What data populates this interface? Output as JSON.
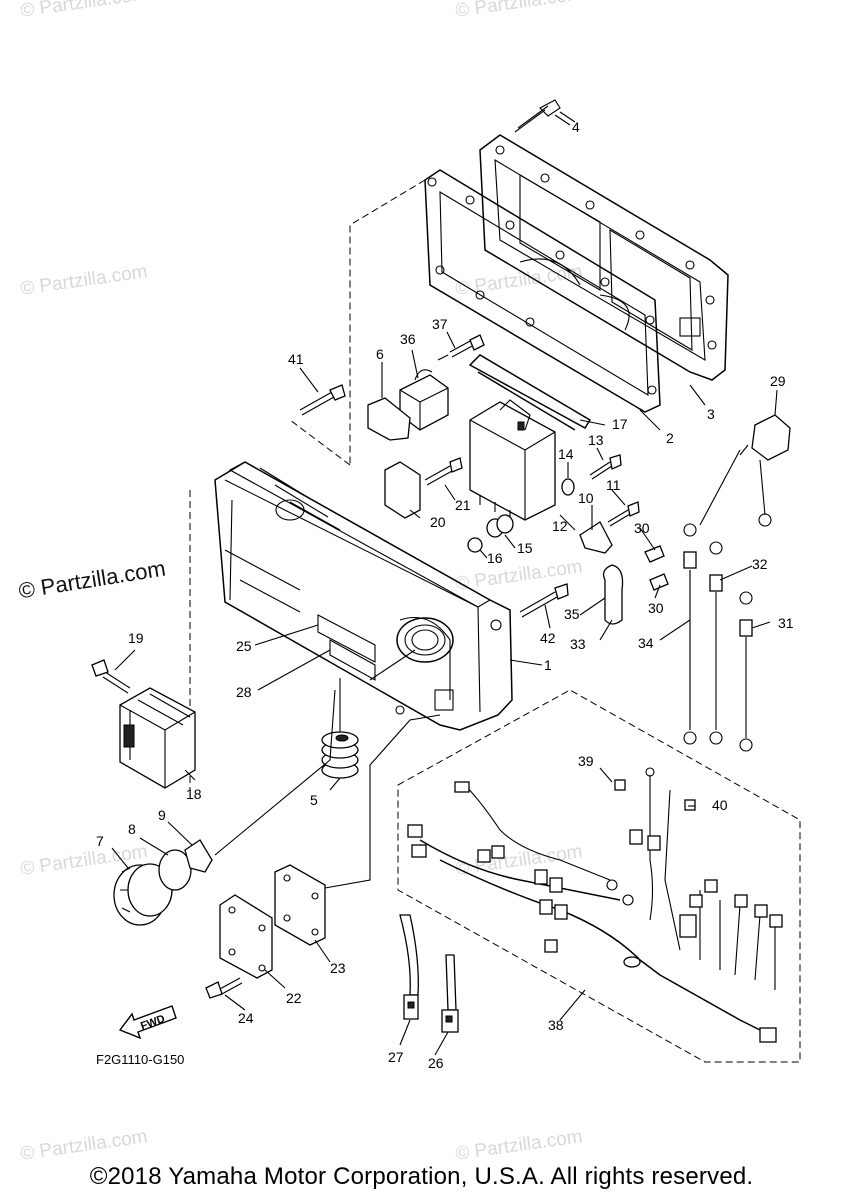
{
  "watermarks": {
    "faint_text": "© Partzilla.com",
    "strong_text": "© Partzilla.com"
  },
  "diagram_code": "F2G1110-G150",
  "fwd_label": "FWD",
  "copyright": "©2018 Yamaha Motor Corporation, U.S.A. All rights reserved.",
  "callouts": [
    "1",
    "2",
    "3",
    "4",
    "5",
    "6",
    "7",
    "8",
    "9",
    "10",
    "11",
    "12",
    "13",
    "14",
    "15",
    "16",
    "17",
    "18",
    "19",
    "20",
    "21",
    "22",
    "23",
    "24",
    "25",
    "26",
    "27",
    "28",
    "29",
    "30",
    "30",
    "31",
    "32",
    "33",
    "34",
    "35",
    "36",
    "37",
    "38",
    "39",
    "40",
    "41",
    "42"
  ]
}
